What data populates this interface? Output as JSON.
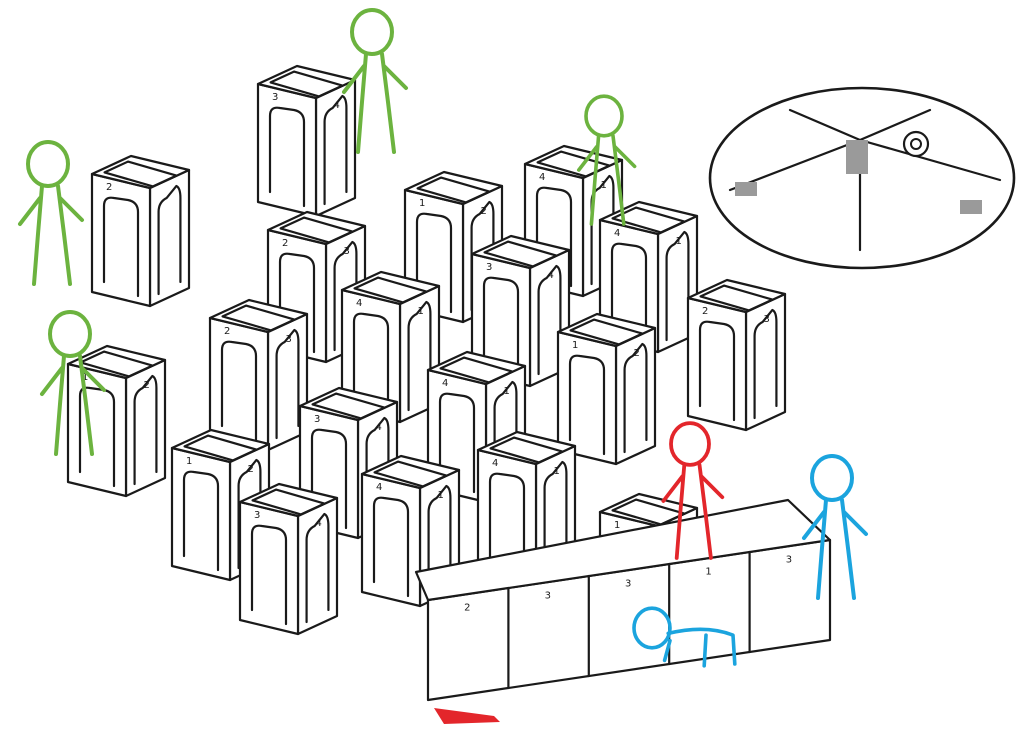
{
  "colors": {
    "outline": "#1a1a1a",
    "helper": "#6cb33f",
    "assembler": "#e3262b",
    "worker": "#1ba4de",
    "detail_tape": "#9a9a9a",
    "floor_marker": "#e3262b"
  },
  "icons": [
    "person-figure-icon",
    "magnifier-detail-icon",
    "tape-roll-icon"
  ],
  "modules": [
    {
      "labels": [
        "2"
      ]
    },
    {
      "labels": [
        "3",
        "4"
      ]
    },
    {
      "labels": [
        "2",
        "3"
      ]
    },
    {
      "labels": [
        "1",
        "2"
      ]
    },
    {
      "labels": [
        "4",
        "1"
      ]
    },
    {
      "labels": [
        "3",
        "4"
      ]
    },
    {
      "labels": [
        "2",
        "3"
      ]
    },
    {
      "labels": [
        "4",
        "1"
      ]
    },
    {
      "labels": [
        "4",
        "1"
      ]
    },
    {
      "labels": [
        "2",
        "3"
      ]
    },
    {
      "labels": [
        "1",
        "2"
      ]
    },
    {
      "labels": [
        "4",
        "1"
      ]
    },
    {
      "labels": [
        "3",
        "4"
      ]
    },
    {
      "labels": [
        "1",
        "2"
      ]
    },
    {
      "labels": [
        "4",
        "1"
      ]
    },
    {
      "labels": [
        "4",
        "1"
      ]
    },
    {
      "labels": [
        "3",
        "4"
      ]
    },
    {
      "labels": [
        "1",
        "2"
      ]
    },
    {
      "labels": [
        "1"
      ]
    }
  ],
  "wall_labels": [
    "2",
    "3",
    "3",
    "1",
    "3"
  ]
}
